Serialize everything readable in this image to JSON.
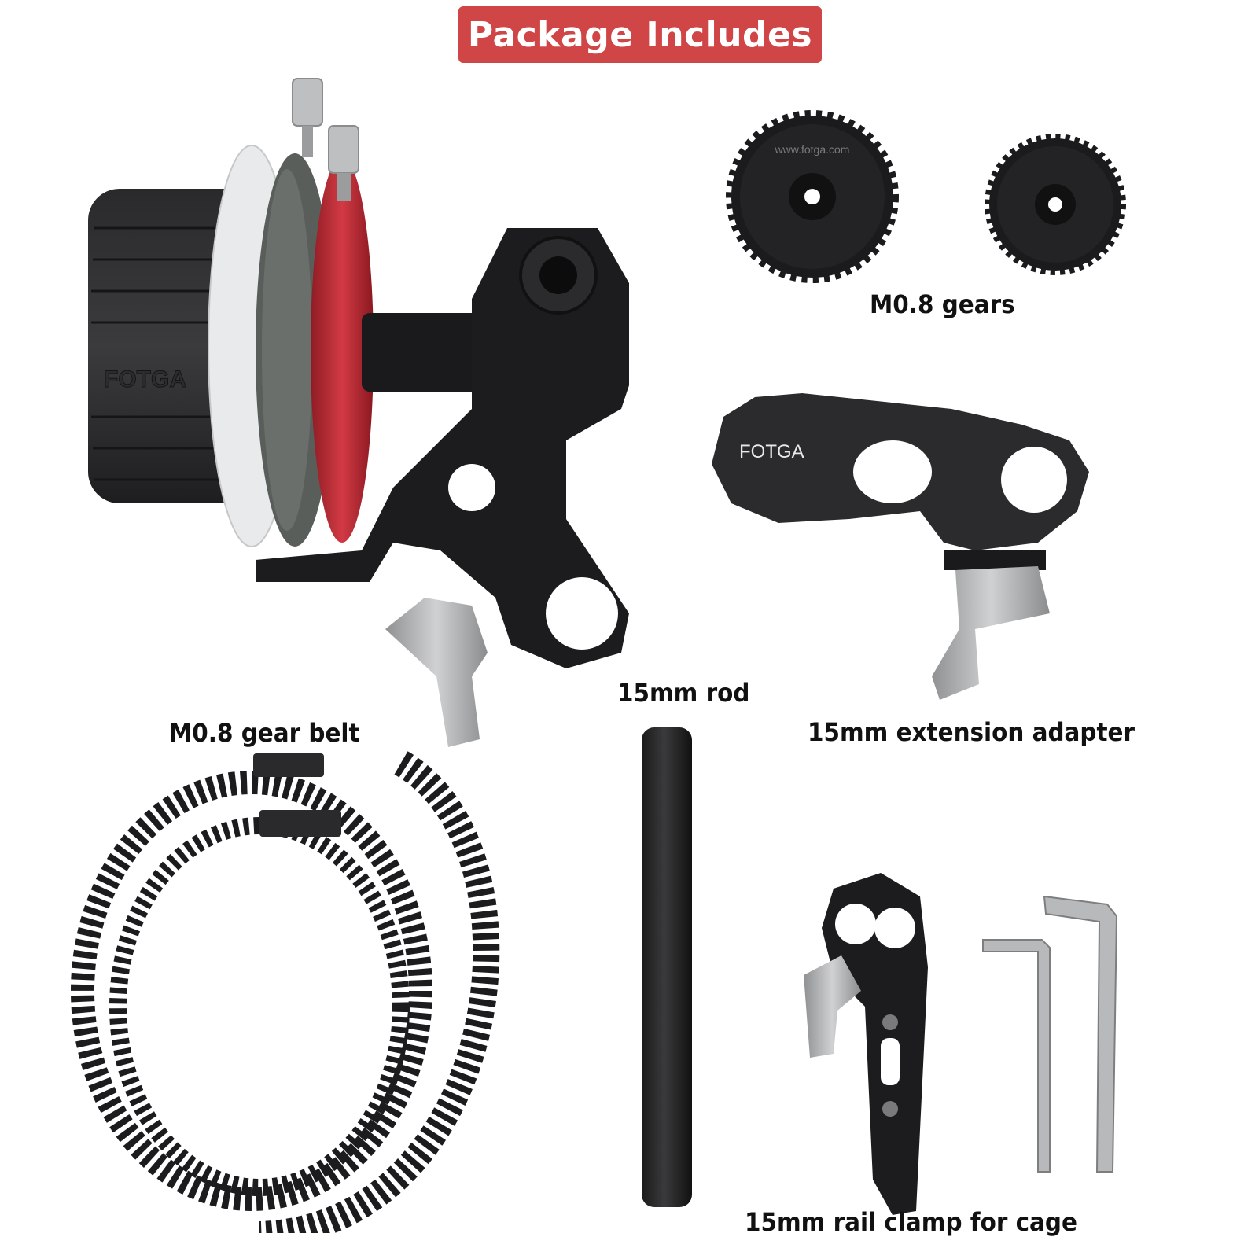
{
  "header": {
    "title": "Package Includes"
  },
  "items": {
    "gears": "M0.8 gears",
    "extension_adapter": "15mm extension adapter",
    "rod": "15mm rod",
    "gear_belt": "M0.8 gear belt",
    "rail_clamp": "15mm rail clamp for cage"
  },
  "branding": {
    "knob_logo": "FOTGA",
    "adapter_logo": "FOTGA",
    "gear_text": "www.fotga.com"
  },
  "colors": {
    "banner": "#d04545",
    "accent_ring": "#c22a35",
    "metal": "#a9abad",
    "black": "#1c1c1e"
  }
}
